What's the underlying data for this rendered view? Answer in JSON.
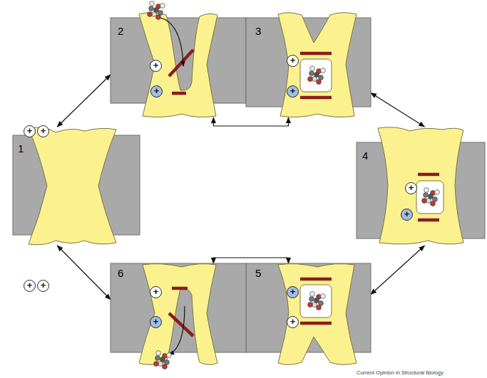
{
  "diagram": {
    "nodes": [
      {
        "text": [
          "1"
        ]
      },
      {
        "text": [
          "2"
        ]
      },
      {
        "text": [
          "3"
        ]
      },
      {
        "text": [
          "4"
        ]
      },
      {
        "text": [
          "5"
        ]
      },
      {
        "text": [
          "6"
        ]
      }
    ],
    "edges": [
      {
        "from": 0,
        "to": 1,
        "arrow": "both"
      },
      {
        "from": 1,
        "to": 2,
        "arrow": "both"
      },
      {
        "from": 2,
        "to": 3,
        "arrow": "both"
      },
      {
        "from": 3,
        "to": 4,
        "arrow": "both"
      },
      {
        "from": 4,
        "to": 5,
        "arrow": "both"
      },
      {
        "from": 5,
        "to": 0,
        "arrow": "both"
      }
    ],
    "labels": [
      "+",
      "+",
      "+",
      "+",
      "+",
      "+",
      "+",
      "+",
      "+",
      "+",
      "+",
      "+",
      "+",
      "+",
      "Current Opinion in Structural Biology"
    ]
  }
}
